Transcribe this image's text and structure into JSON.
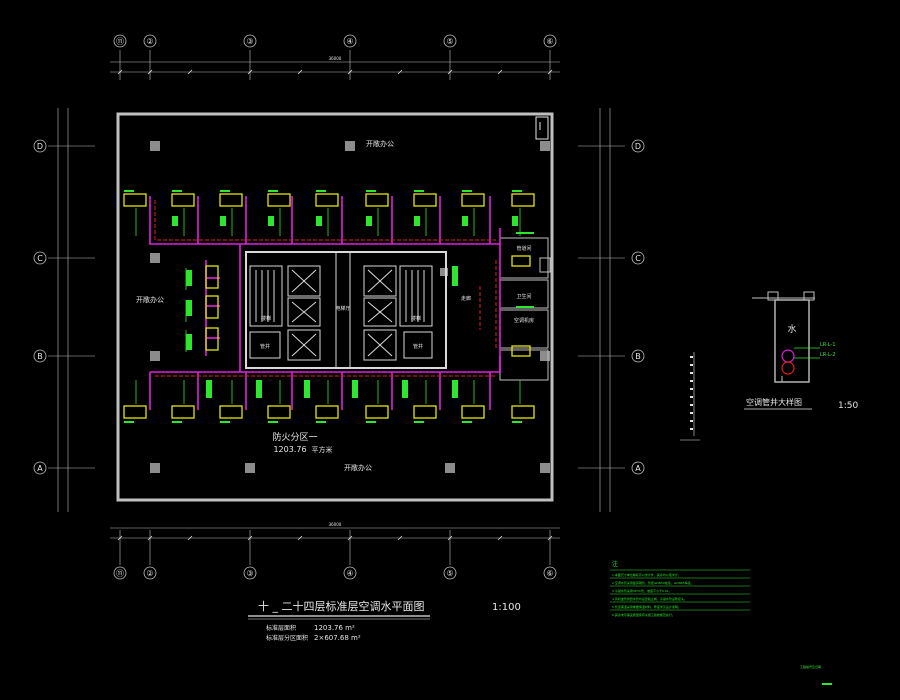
{
  "colors": {
    "background": "#000000",
    "wall": "#bfbfbf",
    "column": "#8c8c8c",
    "supply_pipe": "#e020e0",
    "return_pipe": "#e02020",
    "fan_coil": "#e6e600",
    "annotation": "#2fe62f",
    "dimension": "#e6e6e6",
    "core": "#d9d9d9"
  },
  "grid": {
    "columns": [
      "⑪",
      "②",
      "③",
      "④",
      "⑤",
      "⑥"
    ],
    "rows": [
      "D",
      "C",
      "B",
      "A"
    ]
  },
  "dimensions": {
    "top_overall": "36000",
    "bottom_overall": "36000"
  },
  "rooms": {
    "office_north": "开敞办公",
    "office_west": "开敞办公",
    "office_south": "开敞办公",
    "fire_zone_line1": "防火分区一",
    "fire_zone_area": "1203.76",
    "fire_zone_unit": "平方米",
    "stair_west": "楼梯",
    "stair_east": "楼梯",
    "elevator_lobby": "电梯厅",
    "shaft_west": "管井",
    "shaft_east": "管井",
    "toilet": "卫生间",
    "ac_room": "空调机房",
    "corridor": "走廊",
    "pipe_room": "管道间"
  },
  "title": {
    "main": "十 _ 二十四层标准层空调水平面图",
    "scale": "1:100",
    "area_label_1": "标准层面积",
    "area_value_1": "1203.76 m²",
    "area_label_2": "标准层分区面积",
    "area_value_2": "2×607.68 m²"
  },
  "detail": {
    "title": "空调管井大样图",
    "scale": "1:50",
    "shaft_label": "水",
    "pipe_label_1": "LR-L-1",
    "pipe_label_2": "LR-L-2"
  },
  "notes": {
    "heading": "注",
    "lines": [
      "1.本图尺寸单位除标高以米计外，其余均以毫米计。",
      "2.空调水管采用镀锌钢管，管径≤DN50丝接，≥DN65焊接。",
      "3.冷凝水管采用UPVC管，坡度不小于0.01。",
      "4.风机盘管供回水管均设置截止阀，冷凝水管设软接头。",
      "5.管道保温采用橡塑保温材料，厚度详见设计说明。",
      "6.其余未尽事宜按国家有关施工验收规范执行。"
    ],
    "footer": "工程编号及日期"
  }
}
